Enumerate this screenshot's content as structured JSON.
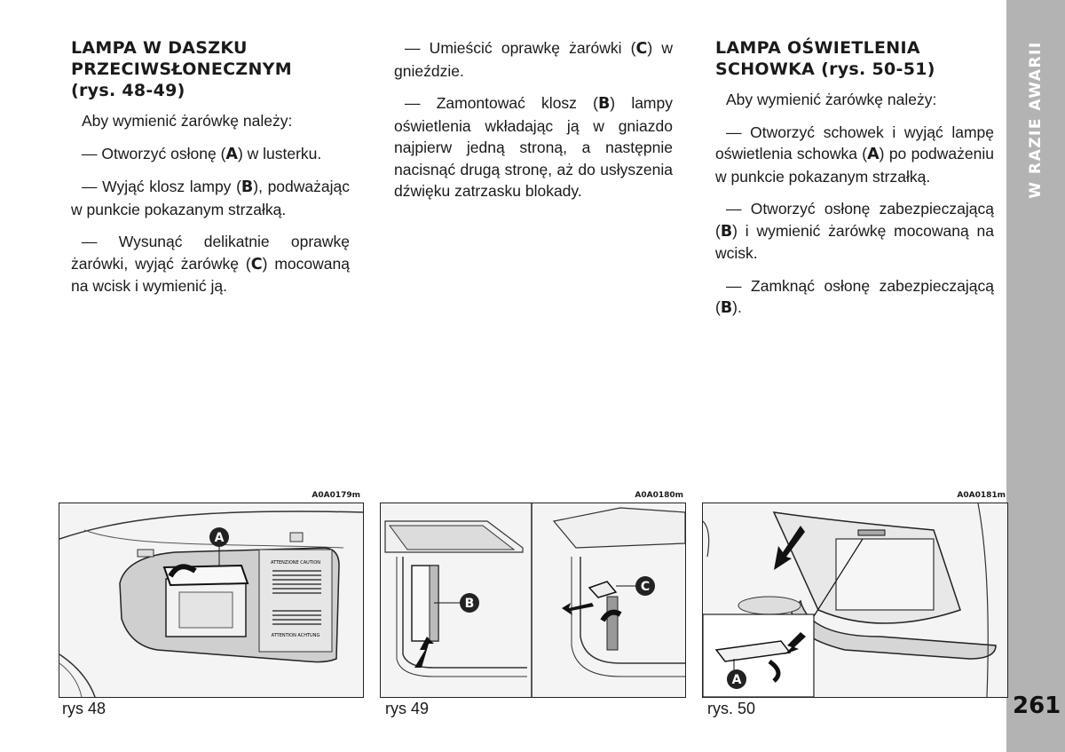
{
  "sidebar": {
    "section_title": "W RAZIE AWARII"
  },
  "page_number": "261",
  "col1": {
    "heading_line1": "LAMPA W DASZKU",
    "heading_line2": "PRZECIWSŁONECZNYM",
    "heading_line3": "(rys. 48-49)",
    "intro": "Aby wymienić żarówkę należy:",
    "step1_pre": "— Otworzyć osłonę (",
    "step1_key": "A",
    "step1_post": ") w lusterku.",
    "step2_pre": "— Wyjąć klosz lampy (",
    "step2_key": "B",
    "step2_post": "), podważając w punkcie pokazanym strzałką.",
    "step3_pre": "— Wysunąć delikatnie oprawkę żarówki, wyjąć żarówkę (",
    "step3_key": "C",
    "step3_post": ") mocowaną na wcisk i wymienić ją."
  },
  "col2": {
    "step1_pre": "— Umieścić oprawkę żarówki (",
    "step1_key": "C",
    "step1_post": ") w gnieździe.",
    "step2_pre": "— Zamontować klosz (",
    "step2_key": "B",
    "step2_post": ") lampy oświetlenia wkładając ją w gniazdo najpierw jedną stroną, a następnie nacisnąć drugą stronę, aż do usłyszenia dźwięku zatrzasku blokady."
  },
  "col3": {
    "heading_line1": "LAMPA OŚWIETLENIA",
    "heading_line2": "SCHOWKA",
    "heading_line2_sub": " (rys. 50-51)",
    "intro": "Aby wymienić żarówkę należy:",
    "step1_pre": "— Otworzyć schowek i wyjąć lampę oświetlenia schowka (",
    "step1_key": "A",
    "step1_post": ") po podważeniu w punkcie pokazanym strzałką.",
    "step2_pre": "— Otworzyć osłonę zabezpieczającą (",
    "step2_key": "B",
    "step2_post": ") i wymienić żarówkę mocowaną na wcisk.",
    "step3_pre": "— Zamknąć osłonę zabezpieczającą (",
    "step3_key": "B",
    "step3_post": ")."
  },
  "figures": [
    {
      "code": "A0A0179m",
      "caption": "rys 48",
      "callouts": [
        "A"
      ],
      "label_top": "ATTENZIONE CAUTION",
      "label_bottom": "ATTENTION ACHTUNG"
    },
    {
      "code": "A0A0180m",
      "caption": "rys 49",
      "callouts": [
        "B",
        "C"
      ]
    },
    {
      "code": "A0A0181m",
      "caption": "rys. 50",
      "callouts": [
        "A"
      ]
    }
  ]
}
